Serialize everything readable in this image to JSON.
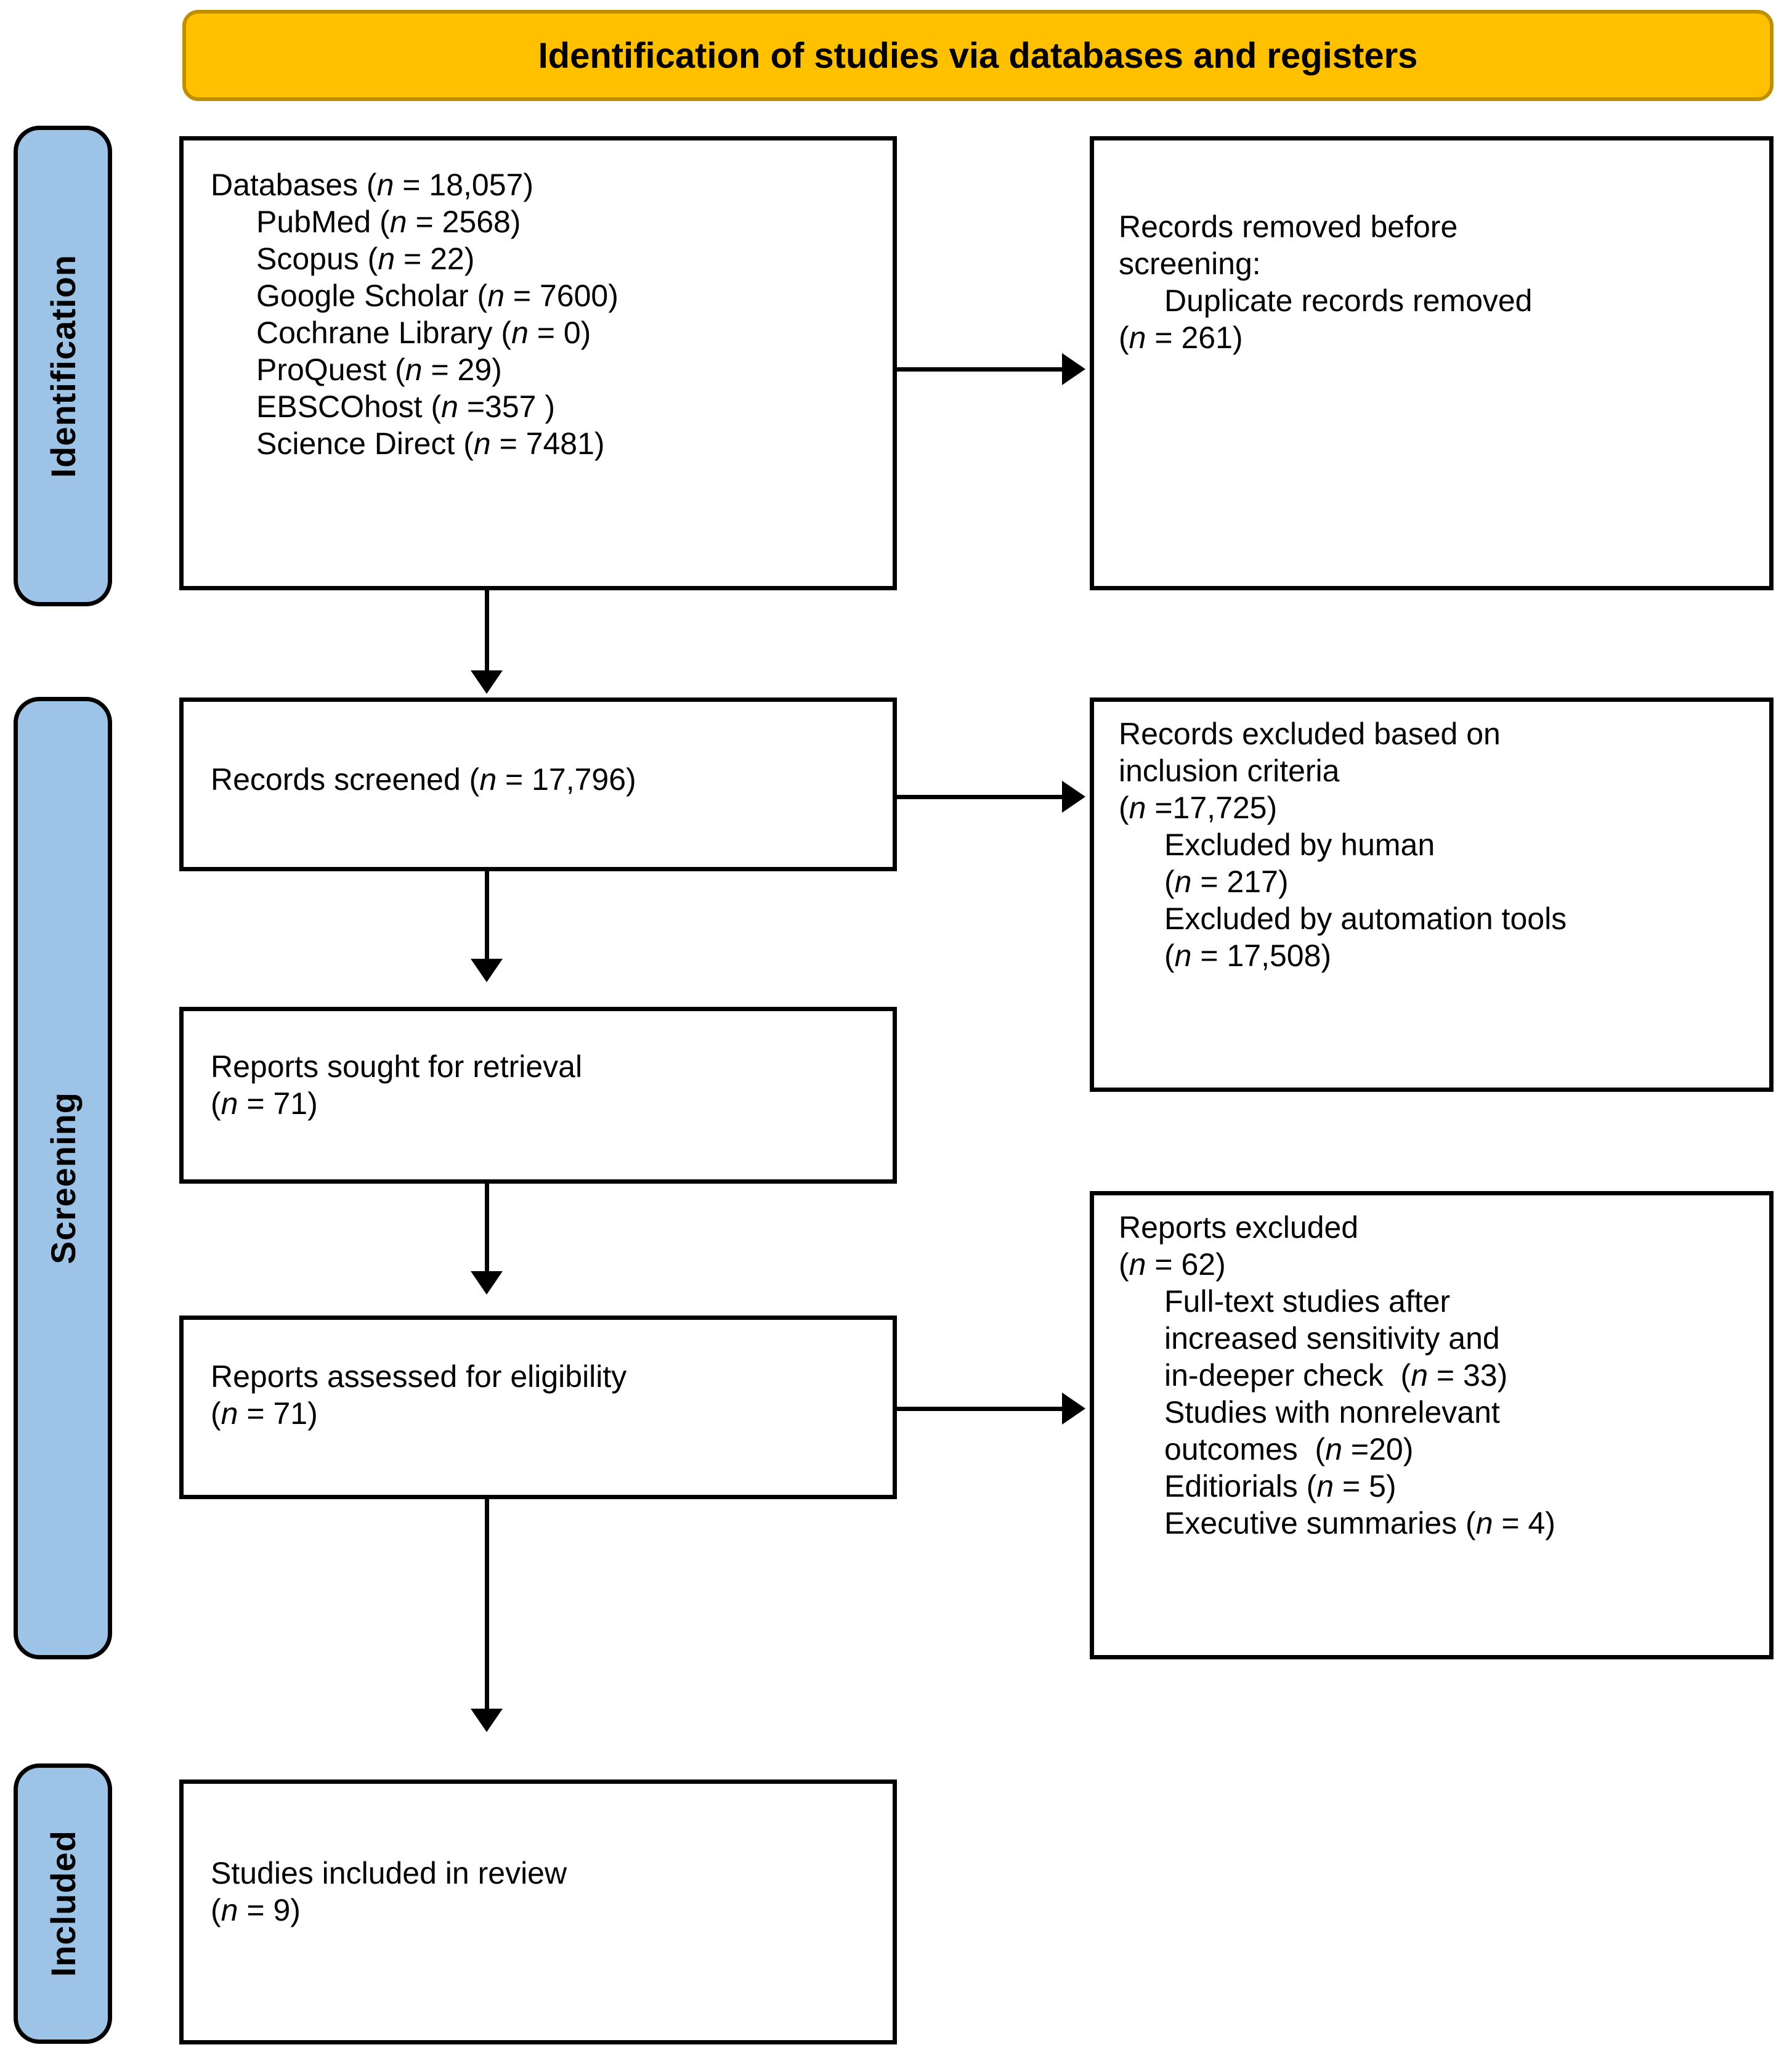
{
  "header": {
    "title": "Identification of studies via databases and registers",
    "fill": "#FFC000",
    "border": "#BF8F00"
  },
  "stages": {
    "identification": "Identification",
    "screening": "Screening",
    "included": "Included",
    "fill": "#9DC3E6"
  },
  "boxes": {
    "databases": {
      "title": "Databases (n = 18,057)",
      "items": [
        "PubMed (n = 2568)",
        "Scopus (n = 22)",
        "Google Scholar (n = 7600)",
        "Cochrane Library (n = 0)",
        "ProQuest (n = 29)",
        "EBSCOhost (n =357 )",
        "Science Direct (n = 7481)"
      ]
    },
    "records_removed": {
      "line1": "Records removed before",
      "line2": "screening:",
      "item1": "Duplicate records removed",
      "item1_n": "(n = 261)"
    },
    "records_screened": {
      "text": "Records screened (n = 17,796)"
    },
    "records_excluded": {
      "line1": "Records excluded based on",
      "line2": "inclusion criteria",
      "line3": "(n =17,725)",
      "item1": "Excluded by human",
      "item1_n": "(n = 217)",
      "item2": "Excluded by automation tools",
      "item2_n": "(n = 17,508)"
    },
    "reports_sought": {
      "line1": "Reports sought for retrieval",
      "line2": "(n = 71)"
    },
    "reports_assessed": {
      "line1": "Reports assessed for eligibility",
      "line2": "(n = 71)"
    },
    "reports_excluded": {
      "line1": "Reports excluded",
      "line2": "(n = 62)",
      "item1a": "Full-text studies after",
      "item1b": "increased sensitivity and",
      "item1c": "in-deeper check  (n = 33)",
      "item2a": "Studies with nonrelevant",
      "item2b": "outcomes  (n = 20)",
      "item3": "Editiorials (n = 5)",
      "item4": "Executive summaries (n = 4)"
    },
    "studies_included": {
      "line1": "Studies included in review",
      "line2": "(n = 9)"
    }
  }
}
